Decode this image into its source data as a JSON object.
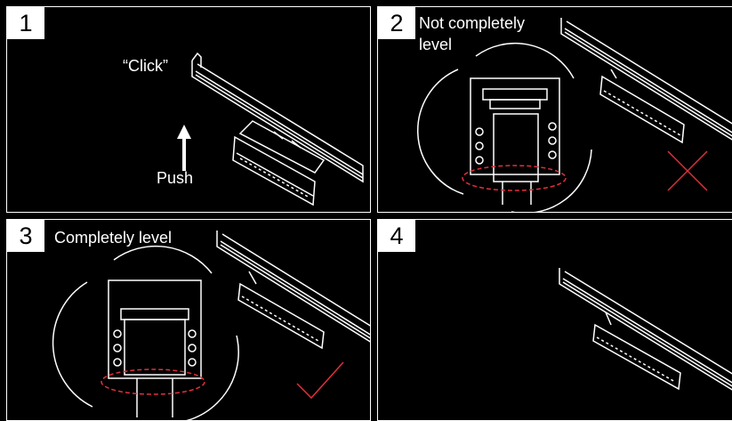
{
  "panels": [
    {
      "number": "1",
      "texts": {
        "click": "“Click”",
        "push": "Push"
      }
    },
    {
      "number": "2",
      "caption": "Not completely level"
    },
    {
      "number": "3",
      "caption": "Completely level"
    },
    {
      "number": "4"
    }
  ],
  "colors": {
    "line": "#ffffff",
    "background": "#000000",
    "error": "#e0303a",
    "ok": "#e0303a"
  }
}
